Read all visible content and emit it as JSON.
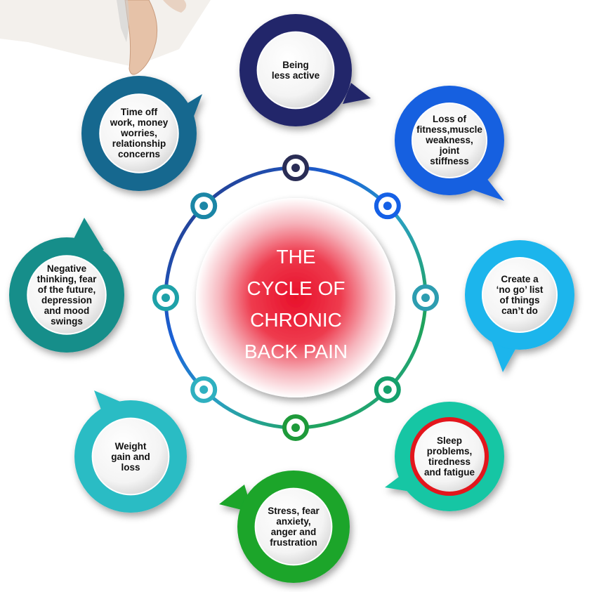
{
  "title_lines": [
    "THE",
    "CYCLE OF",
    "CHRONIC",
    "BACK PAIN"
  ],
  "colors": {
    "ring_gradient": [
      "#2b2d6e",
      "#1a5fd6",
      "#1aa3e0",
      "#10b0a8",
      "#22a74a",
      "#2aa9b0",
      "#1d7f9a"
    ],
    "center_glow": "#e8102a"
  },
  "nodes": [
    {
      "label": "Being less active",
      "lines": [
        "Being",
        "less active"
      ],
      "color": "#24286b",
      "icon": "speech-bubble-icon"
    },
    {
      "label": "Loss of fitness,muscle weakness, joint stiffness",
      "lines": [
        "Loss of",
        "fitness,muscle",
        "weakness,",
        "joint",
        "stiffness"
      ],
      "color": "#1460e0",
      "icon": "speech-bubble-icon"
    },
    {
      "label": "Create a ‘no go’ list of things can’t do",
      "lines": [
        "Create a",
        "‘no go’ list",
        "of things",
        "can’t do"
      ],
      "color": "#1ab5ec",
      "icon": "speech-bubble-icon"
    },
    {
      "label": "Sleep problems, tiredness and fatigue",
      "lines": [
        "Sleep",
        "problems,",
        "tiredness",
        "and fatigue"
      ],
      "color": "#17c6a4",
      "icon": "speech-bubble-icon"
    },
    {
      "label": "Stress, fear anxiety, anger and frustration",
      "lines": [
        "Stress, fear",
        "anxiety,",
        "anger and",
        "frustration"
      ],
      "color": "#1aa52c",
      "icon": "speech-bubble-icon"
    },
    {
      "label": "Weight gain and loss",
      "lines": [
        "Weight",
        "gain and",
        "loss"
      ],
      "color": "#2cbcc4",
      "icon": "speech-bubble-icon"
    },
    {
      "label": "Negative thinking, fear of the future, depression and mood swings",
      "lines": [
        "Negative",
        "thinking, fear",
        "of the future,",
        "depression",
        "and mood",
        "swings"
      ],
      "color": "#168e8a",
      "icon": "speech-bubble-icon"
    },
    {
      "label": "Time off work, money worries, relationship concerns",
      "lines": [
        "Time off",
        "work, money",
        "worries,",
        "relationship",
        "concerns"
      ],
      "color": "#14688f",
      "icon": "speech-bubble-icon"
    }
  ],
  "ring_markers": [
    {
      "color": "#2a2d55"
    },
    {
      "color": "#1560e6"
    },
    {
      "color": "#2d9db0"
    },
    {
      "color": "#15a06c"
    },
    {
      "color": "#1e9a3a"
    },
    {
      "color": "#2fb0c0"
    },
    {
      "color": "#1ea1a8"
    },
    {
      "color": "#1b86a6"
    }
  ]
}
